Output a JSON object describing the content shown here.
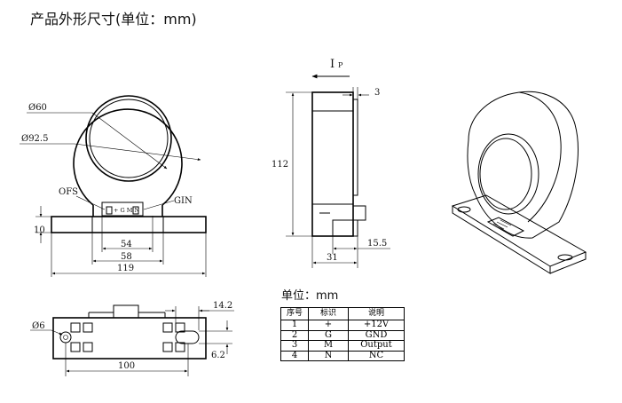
{
  "title": "产品外形尺寸(单位：mm)",
  "current_label": "I",
  "current_sub": "P",
  "dims": {
    "d60": "Ø60",
    "d925": "Ø92.5",
    "ofs": "OFS",
    "gin": "GIN",
    "pins": "+ G M N",
    "h10": "10",
    "w54": "54",
    "w58": "58",
    "w119": "119",
    "h112": "112",
    "t3": "3",
    "s155": "15.5",
    "s31": "31",
    "d6": "Ø6",
    "s142": "14.2",
    "s62": "6.2",
    "w100": "100"
  },
  "spec_table": {
    "unit": "单位：mm",
    "headers": [
      "序号",
      "标识",
      "说明"
    ],
    "rows": [
      [
        "1",
        "+",
        "+12V"
      ],
      [
        "2",
        "G",
        "GND"
      ],
      [
        "3",
        "M",
        "Output"
      ],
      [
        "4",
        "N",
        "NC"
      ]
    ]
  }
}
